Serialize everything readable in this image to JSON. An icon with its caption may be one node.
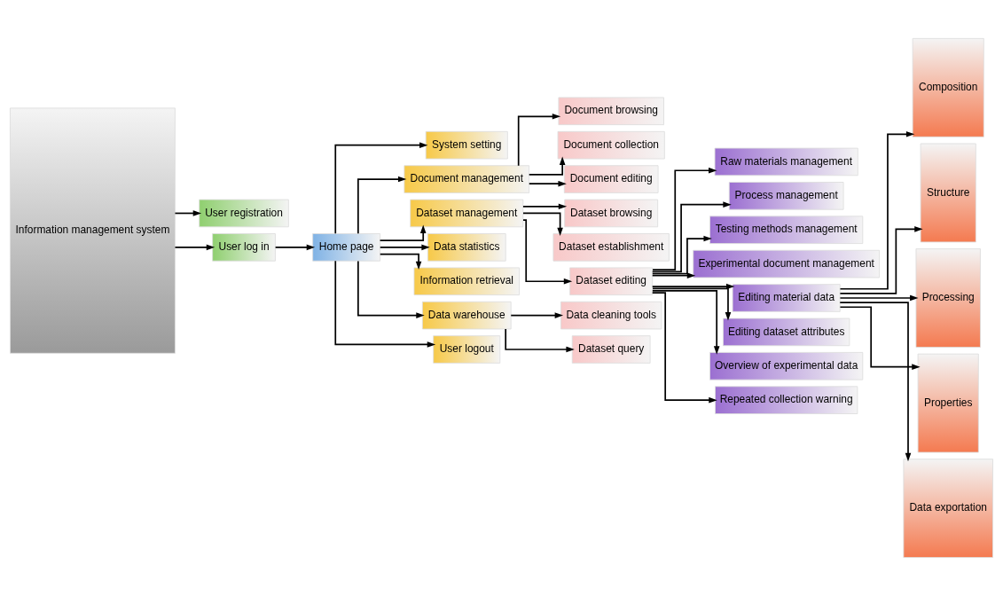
{
  "diagram": {
    "nodes": [
      {
        "text": [
          "Information management system"
        ]
      },
      {
        "text": [
          "User registration"
        ]
      },
      {
        "text": [
          "User log in"
        ]
      },
      {
        "text": [
          "Home page"
        ]
      },
      {
        "text": [
          "System setting"
        ]
      },
      {
        "text": [
          "Document management"
        ]
      },
      {
        "text": [
          "Document browsing"
        ]
      },
      {
        "text": [
          "Document collection"
        ]
      },
      {
        "text": [
          "Document editing"
        ]
      },
      {
        "text": [
          "Dataset management"
        ]
      },
      {
        "text": [
          "Dataset browsing"
        ]
      },
      {
        "text": [
          "Dataset establishment"
        ]
      },
      {
        "text": [
          "Dataset editing"
        ]
      },
      {
        "text": [
          "Data statistics"
        ]
      },
      {
        "text": [
          "Information retrieval"
        ]
      },
      {
        "text": [
          "Data warehouse"
        ]
      },
      {
        "text": [
          "Data cleaning tools"
        ]
      },
      {
        "text": [
          "Dataset query"
        ]
      },
      {
        "text": [
          "User logout"
        ]
      },
      {
        "text": [
          "Raw materials management"
        ]
      },
      {
        "text": [
          "Process management"
        ]
      },
      {
        "text": [
          "Testing methods management"
        ]
      },
      {
        "text": [
          "Experimental document management"
        ]
      },
      {
        "text": [
          "Editing material data"
        ]
      },
      {
        "text": [
          "Editing dataset attributes"
        ]
      },
      {
        "text": [
          "Overview of experimental data"
        ]
      },
      {
        "text": [
          "Repeated collection warning"
        ]
      },
      {
        "text": [
          "Composition"
        ]
      },
      {
        "text": [
          "Structure"
        ]
      },
      {
        "text": [
          "Processing"
        ]
      },
      {
        "text": [
          "Properties"
        ]
      },
      {
        "text": [
          "Data exportation"
        ]
      }
    ],
    "edges": [
      {
        "from": 0,
        "to": 1,
        "arrow": "to"
      },
      {
        "from": 0,
        "to": 2,
        "arrow": "to"
      },
      {
        "from": 2,
        "to": 3,
        "arrow": "to"
      },
      {
        "from": 3,
        "to": 4,
        "arrow": "to"
      },
      {
        "from": 3,
        "to": 5,
        "arrow": "to"
      },
      {
        "from": 3,
        "to": 9,
        "arrow": "to"
      },
      {
        "from": 3,
        "to": 13,
        "arrow": "to"
      },
      {
        "from": 3,
        "to": 14,
        "arrow": "to"
      },
      {
        "from": 3,
        "to": 15,
        "arrow": "to"
      },
      {
        "from": 3,
        "to": 18,
        "arrow": "to"
      },
      {
        "from": 5,
        "to": 6,
        "arrow": "to"
      },
      {
        "from": 5,
        "to": 7,
        "arrow": "to"
      },
      {
        "from": 5,
        "to": 8,
        "arrow": "to"
      },
      {
        "from": 9,
        "to": 10,
        "arrow": "to"
      },
      {
        "from": 9,
        "to": 11,
        "arrow": "to"
      },
      {
        "from": 9,
        "to": 12,
        "arrow": "to"
      },
      {
        "from": 15,
        "to": 16,
        "arrow": "to"
      },
      {
        "from": 15,
        "to": 17,
        "arrow": "to"
      },
      {
        "from": 12,
        "to": 19,
        "arrow": "to"
      },
      {
        "from": 12,
        "to": 20,
        "arrow": "to"
      },
      {
        "from": 12,
        "to": 21,
        "arrow": "to"
      },
      {
        "from": 12,
        "to": 22,
        "arrow": "to"
      },
      {
        "from": 12,
        "to": 23,
        "arrow": "to"
      },
      {
        "from": 12,
        "to": 24,
        "arrow": "to"
      },
      {
        "from": 12,
        "to": 25,
        "arrow": "to"
      },
      {
        "from": 12,
        "to": 26,
        "arrow": "to"
      },
      {
        "from": 23,
        "to": 27,
        "arrow": "to"
      },
      {
        "from": 23,
        "to": 28,
        "arrow": "to"
      },
      {
        "from": 23,
        "to": 29,
        "arrow": "to"
      },
      {
        "from": 23,
        "to": 30,
        "arrow": "to"
      },
      {
        "from": 23,
        "to": 31,
        "arrow": "to"
      }
    ]
  }
}
